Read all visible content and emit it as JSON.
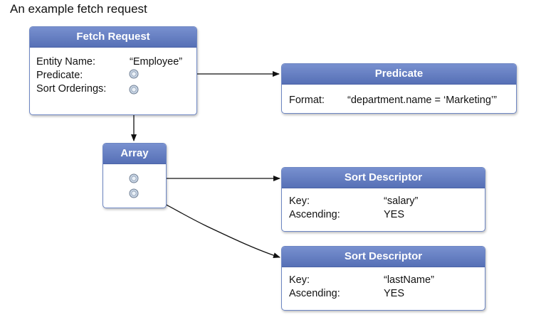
{
  "caption": "An example fetch request",
  "fetch_request": {
    "title": "Fetch Request",
    "entity_label": "Entity Name:",
    "entity_value": "“Employee”",
    "predicate_label": "Predicate:",
    "sort_label": "Sort Orderings:"
  },
  "predicate": {
    "title": "Predicate",
    "format_label": "Format:",
    "format_value": "“department.name = ‘Marketing’”"
  },
  "array": {
    "title": "Array"
  },
  "sort_descriptor_1": {
    "title": "Sort Descriptor",
    "key_label": "Key:",
    "key_value": "“salary”",
    "ascending_label": "Ascending:",
    "ascending_value": "YES"
  },
  "sort_descriptor_2": {
    "title": "Sort Descriptor",
    "key_label": "Key:",
    "key_value": "“lastName”",
    "ascending_label": "Ascending:",
    "ascending_value": "YES"
  },
  "colors": {
    "header": "#5f78bf",
    "border": "#6d86c3",
    "port_fill": "#c9d6e6",
    "arrow": "#111111"
  }
}
